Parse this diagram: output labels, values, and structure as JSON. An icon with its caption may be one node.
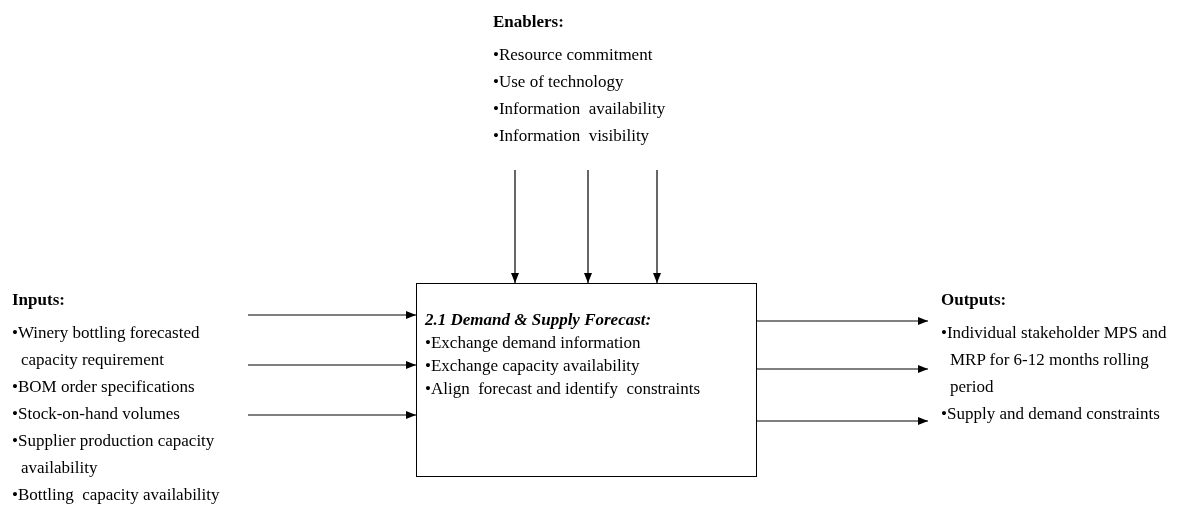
{
  "diagram": {
    "nodes": [
      {
        "text": [
          "Enablers:",
          "•Resource commitment",
          "•Use of technology",
          "•Information  availability",
          "•Information  visibility"
        ]
      },
      {
        "text": [
          "Inputs:",
          "•Winery bottling forecasted capacity requirement",
          "•BOM order specifications",
          "•Stock-on-hand volumes",
          "•Supplier production capacity availability",
          "•Bottling  capacity availability"
        ]
      },
      {
        "text": [
          "2.1 Demand & Supply Forecast:",
          "•Exchange demand information",
          "•Exchange capacity availability",
          "•Align  forecast and identify  constraints"
        ]
      },
      {
        "text": [
          "Outputs:",
          "•Individual stakeholder MPS and MRP for 6-12 months rolling period",
          "•Supply and demand constraints"
        ]
      }
    ],
    "edges": [
      {
        "from": 0,
        "to": 2,
        "arrow": "to"
      },
      {
        "from": 0,
        "to": 2,
        "arrow": "to"
      },
      {
        "from": 0,
        "to": 2,
        "arrow": "to"
      },
      {
        "from": 1,
        "to": 2,
        "arrow": "to"
      },
      {
        "from": 1,
        "to": 2,
        "arrow": "to"
      },
      {
        "from": 1,
        "to": 2,
        "arrow": "to"
      },
      {
        "from": 2,
        "to": 3,
        "arrow": "to"
      },
      {
        "from": 2,
        "to": 3,
        "arrow": "to"
      },
      {
        "from": 2,
        "to": 3,
        "arrow": "to"
      }
    ]
  }
}
